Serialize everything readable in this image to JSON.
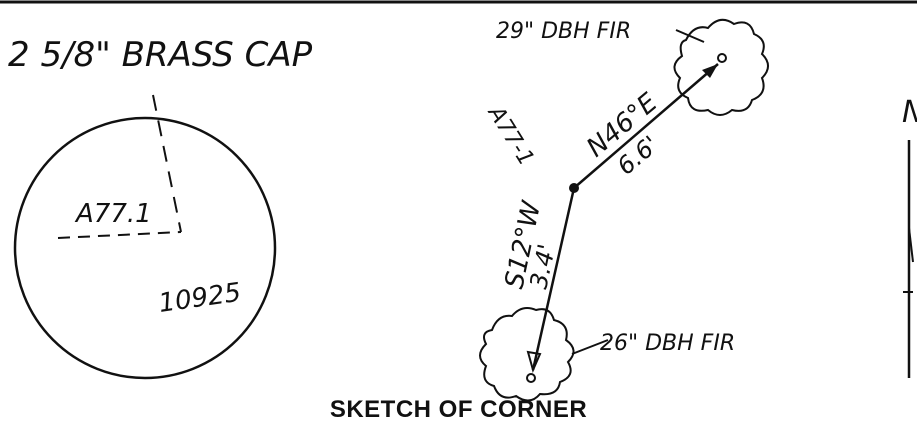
{
  "cap": {
    "heading": "2 5/8\" BRASS CAP",
    "stamp_code": "A77.1",
    "stamp_number": "10925"
  },
  "sketch": {
    "corner_label": "A77-1",
    "tree_upper": {
      "label": "29\" DBH FIR"
    },
    "tree_lower": {
      "label": "26\" DBH FIR"
    },
    "bearing_upper": {
      "direction": "N46°E",
      "distance": "6.6'"
    },
    "bearing_lower": {
      "direction": "S12°W",
      "distance": "3.4'"
    },
    "north_label": "N"
  },
  "caption": "SKETCH OF CORNER",
  "colors": {
    "ink": "#111111",
    "paper": "#ffffff"
  }
}
